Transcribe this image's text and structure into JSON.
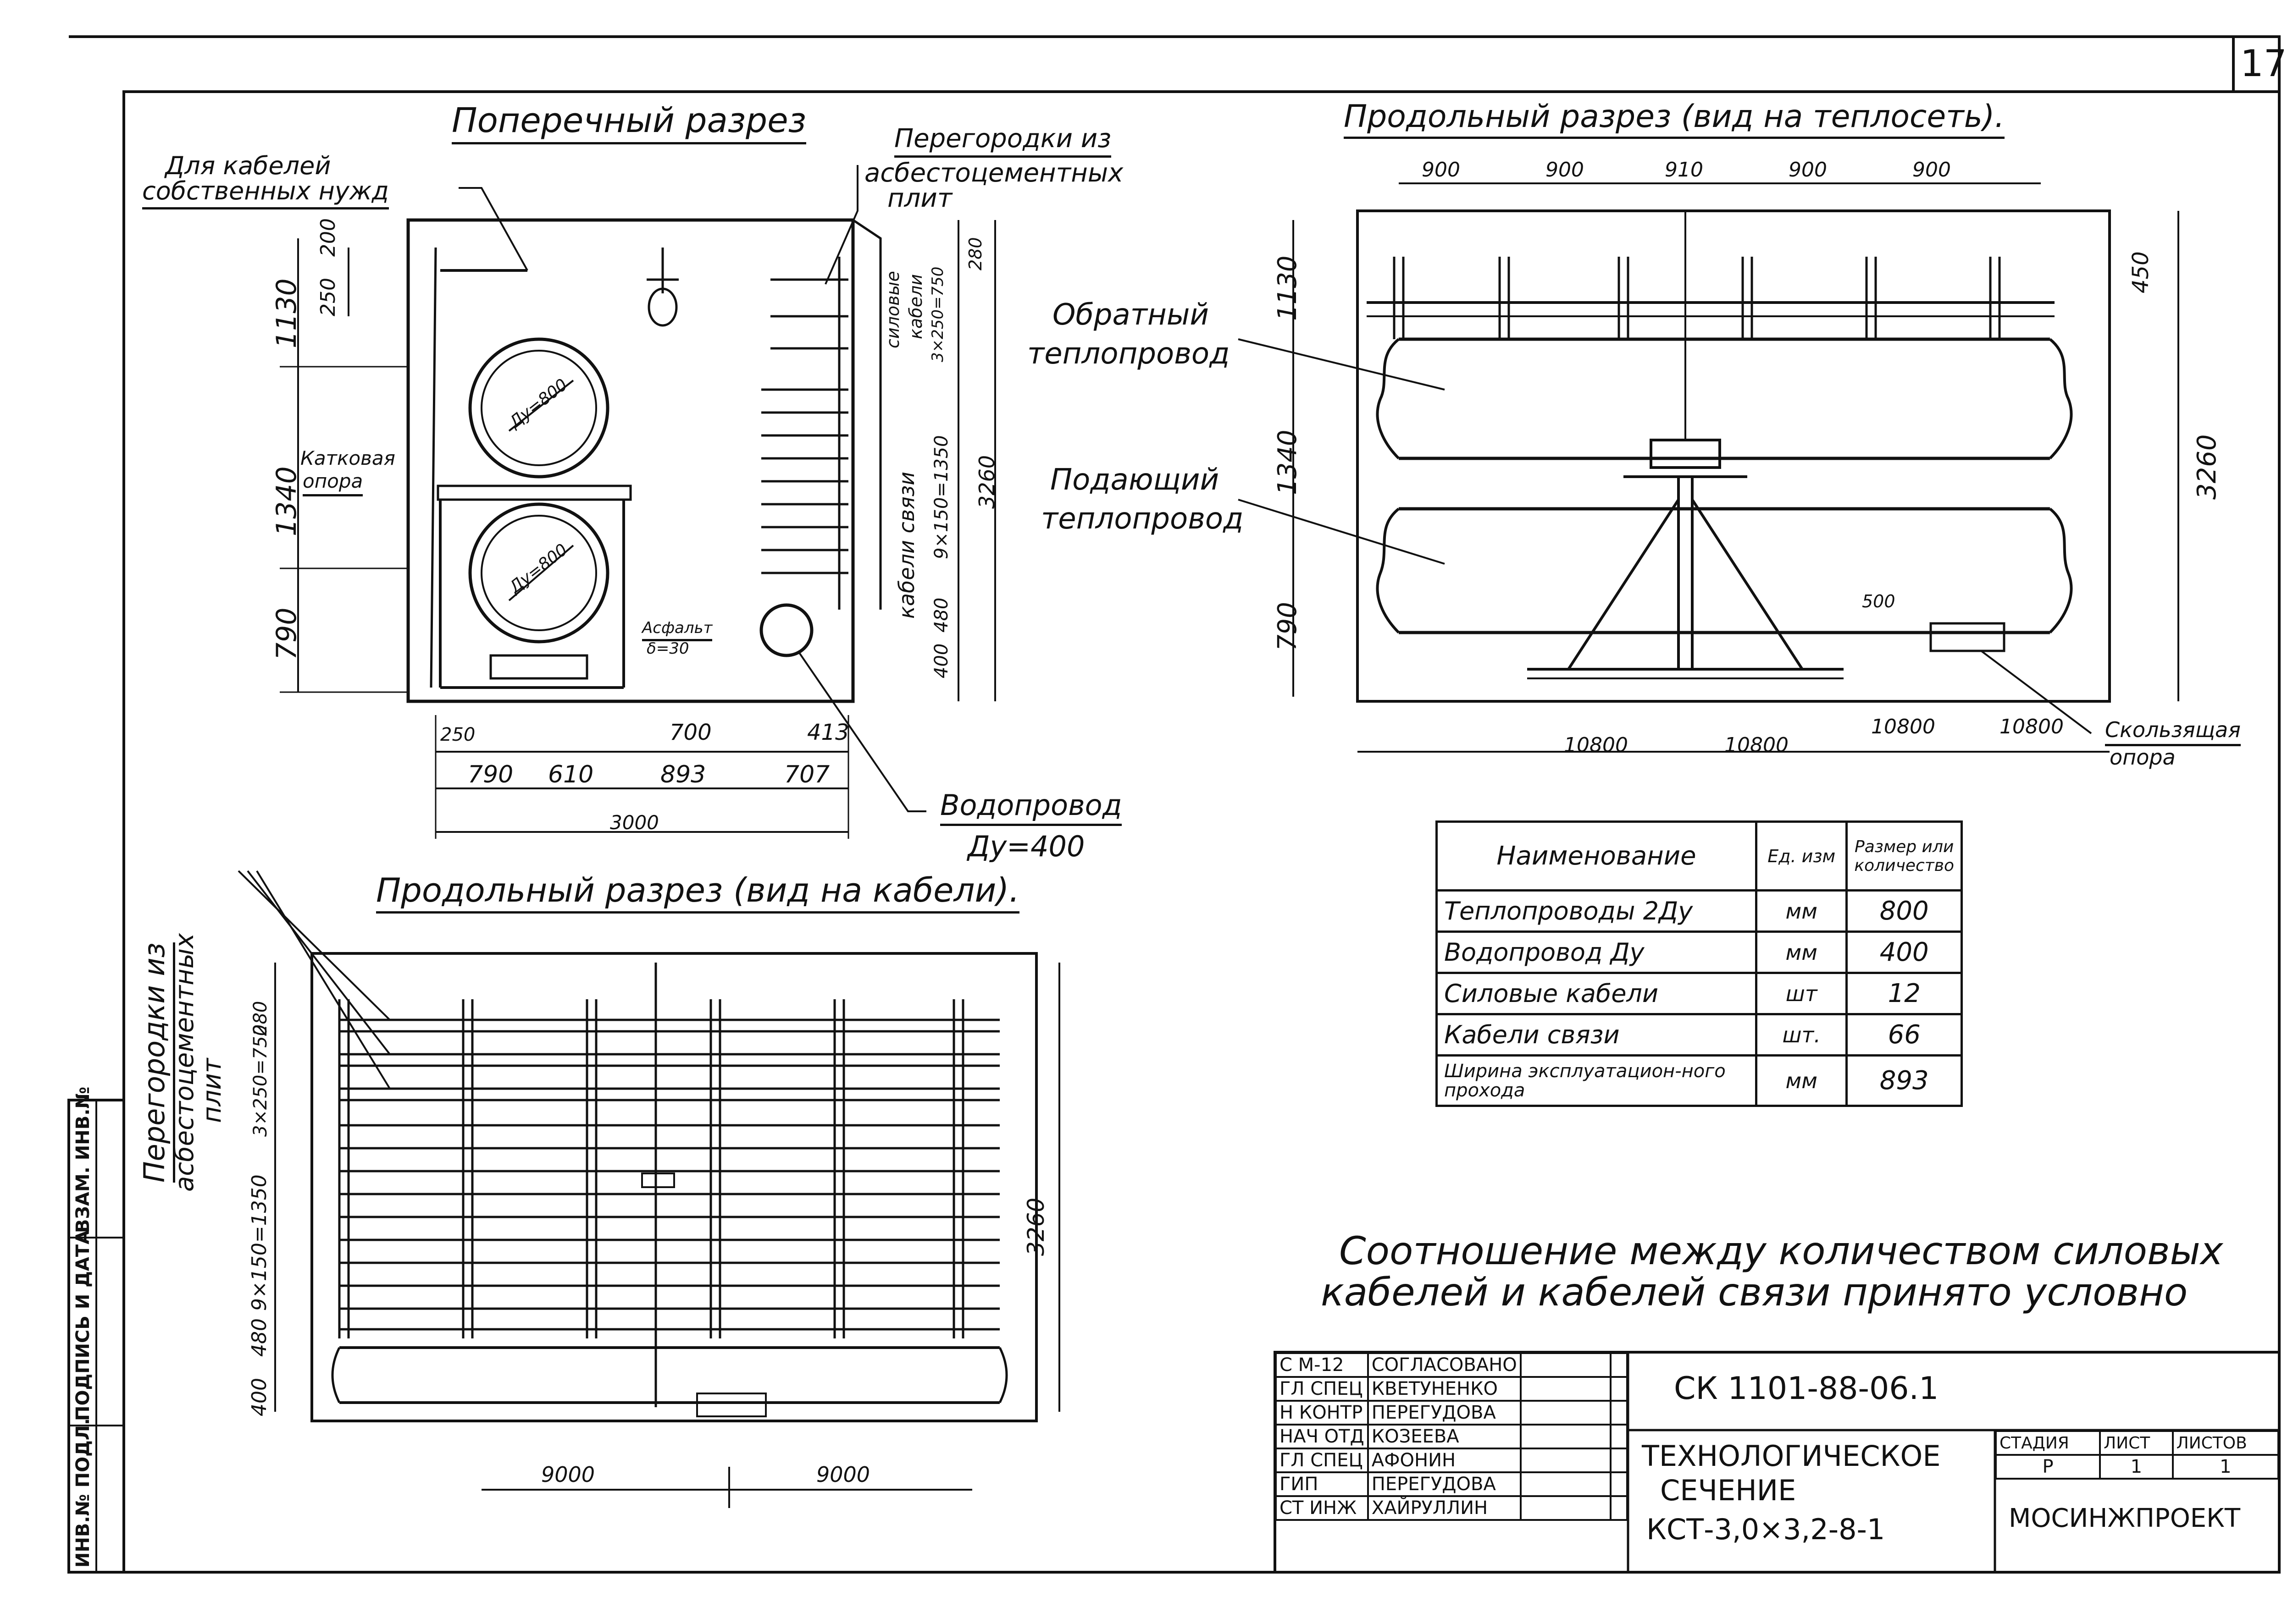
{
  "sheet_number": "17",
  "cross_section": {
    "title": "Поперечный разрез",
    "label_own_needs": [
      "Для кабелей",
      "собственных нужд"
    ],
    "label_partitions": [
      "Перегородки из",
      "асбестоцементных",
      "плит"
    ],
    "label_roller_support": [
      "Катковая",
      "опора"
    ],
    "label_asphalt": [
      "Асфальт",
      "δ=30"
    ],
    "label_power_cables": [
      "силовые",
      "кабели",
      "3×250=750"
    ],
    "label_comm_cables": [
      "кабели связи",
      "9×150=1350"
    ],
    "pipe_label_top": "Ду=800",
    "pipe_label_bottom": "Ду=800",
    "label_water_pipe": [
      "Водопровод",
      "Ду=400"
    ],
    "dims_left": [
      "1130",
      "1340",
      "790"
    ],
    "dims_small_left": [
      "250",
      "200"
    ],
    "dims_right": [
      "280",
      "3260",
      "480",
      "400"
    ],
    "dims_bottom_top": [
      "250",
      "700",
      "413"
    ],
    "dims_bottom": [
      "790",
      "610",
      "893",
      "707"
    ],
    "dim_total": "3000"
  },
  "long_section_pipes": {
    "title": "Продольный разрез (вид на теплосеть).",
    "dims_top": [
      "900",
      "900",
      "910",
      "900",
      "900"
    ],
    "label_return": [
      "Обратный",
      "теплопровод"
    ],
    "label_supply": [
      "Подающий",
      "теплопровод"
    ],
    "dims_left": [
      "1130",
      "1340",
      "790"
    ],
    "dim_450": "450",
    "dim_3260": "3260",
    "dim_500": "500",
    "dims_bottom": [
      "10800",
      "10800",
      "10800",
      "10800"
    ],
    "label_sliding": [
      "Скользящая",
      "опора"
    ]
  },
  "long_section_cables": {
    "title": "Продольный разрез (вид на кабели).",
    "label_partitions": [
      "Перегородки из",
      "асбестоцементных",
      "плит"
    ],
    "dims_left": [
      "280",
      "3×250=750",
      "9×150=1350",
      "480",
      "400"
    ],
    "dim_right": "3260",
    "dims_bottom": [
      "9000",
      "9000"
    ]
  },
  "spec_table": {
    "headers": [
      "Наименование",
      "Ед. изм",
      "Размер или количество"
    ],
    "rows": [
      [
        "Теплопроводы 2Ду",
        "мм",
        "800"
      ],
      [
        "Водопровод Ду",
        "мм",
        "400"
      ],
      [
        "Силовые кабели",
        "шт",
        "12"
      ],
      [
        "Кабели связи",
        "шт.",
        "66"
      ],
      [
        "Ширина эксплуатацион-ного прохода",
        "мм",
        "893"
      ]
    ]
  },
  "note": [
    "Соотношение между количеством силовых",
    "кабелей и кабелей связи принято условно"
  ],
  "side_stamp": [
    "ИНВ.№ ПОДЛ.",
    "ПОДПИСЬ И ДАТА",
    "ВЗАМ. ИНВ.№"
  ],
  "title_block": {
    "code": "СК 1101-88-06.1",
    "title": [
      "ТЕХНОЛОГИЧЕСКОЕ",
      "СЕЧЕНИЕ",
      "КСТ-3,0×3,2-8-1"
    ],
    "stage_header": [
      "СТАДИЯ",
      "ЛИСТ",
      "ЛИСТОВ"
    ],
    "stage_values": [
      "Р",
      "1",
      "1"
    ],
    "organization": "МОСИНЖПРОЕКТ",
    "people": [
      [
        "С М-12",
        "СОГЛАСОВАНО"
      ],
      [
        "ГЛ СПЕЦ",
        "КВЕТУНЕНКО"
      ],
      [
        "Н КОНТР",
        "ПЕРЕГУДОВА"
      ],
      [
        "НАЧ ОТД",
        "КОЗЕЕВА"
      ],
      [
        "ГЛ СПЕЦ",
        "АФОНИН"
      ],
      [
        "ГИП",
        "ПЕРЕГУДОВА"
      ],
      [
        "СТ ИНЖ",
        "ХАЙРУЛЛИН"
      ]
    ]
  }
}
